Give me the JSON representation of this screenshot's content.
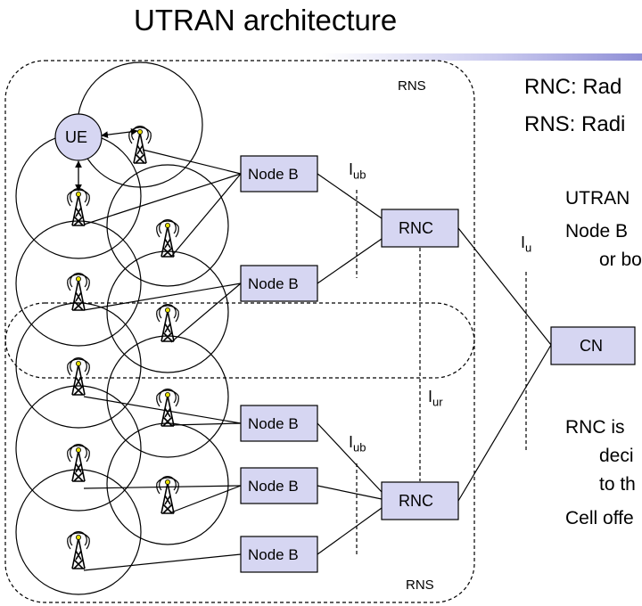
{
  "title": "UTRAN architecture",
  "labels": {
    "rns_top": "RNS",
    "rns_bottom": "RNS",
    "ue": "UE",
    "node_b": "Node B",
    "rnc": "RNC",
    "cn": "CN",
    "iub_main": "I",
    "iub_sub": "ub",
    "iu_main": "I",
    "iu_sub": "u",
    "iur_main": "I",
    "iur_sub": "ur"
  },
  "text_lines": {
    "rnc_def": "RNC: Rad",
    "rns_def": "RNS: Radi",
    "utran": "UTRAN",
    "nodeb_line1": "Node B",
    "nodeb_line2": "or bo",
    "rnc_is": "RNC is",
    "deci": "deci",
    "to_th": "to th",
    "cell": "Cell offe"
  },
  "colors": {
    "box_fill": "#d6d6f2",
    "line": "#000000"
  }
}
